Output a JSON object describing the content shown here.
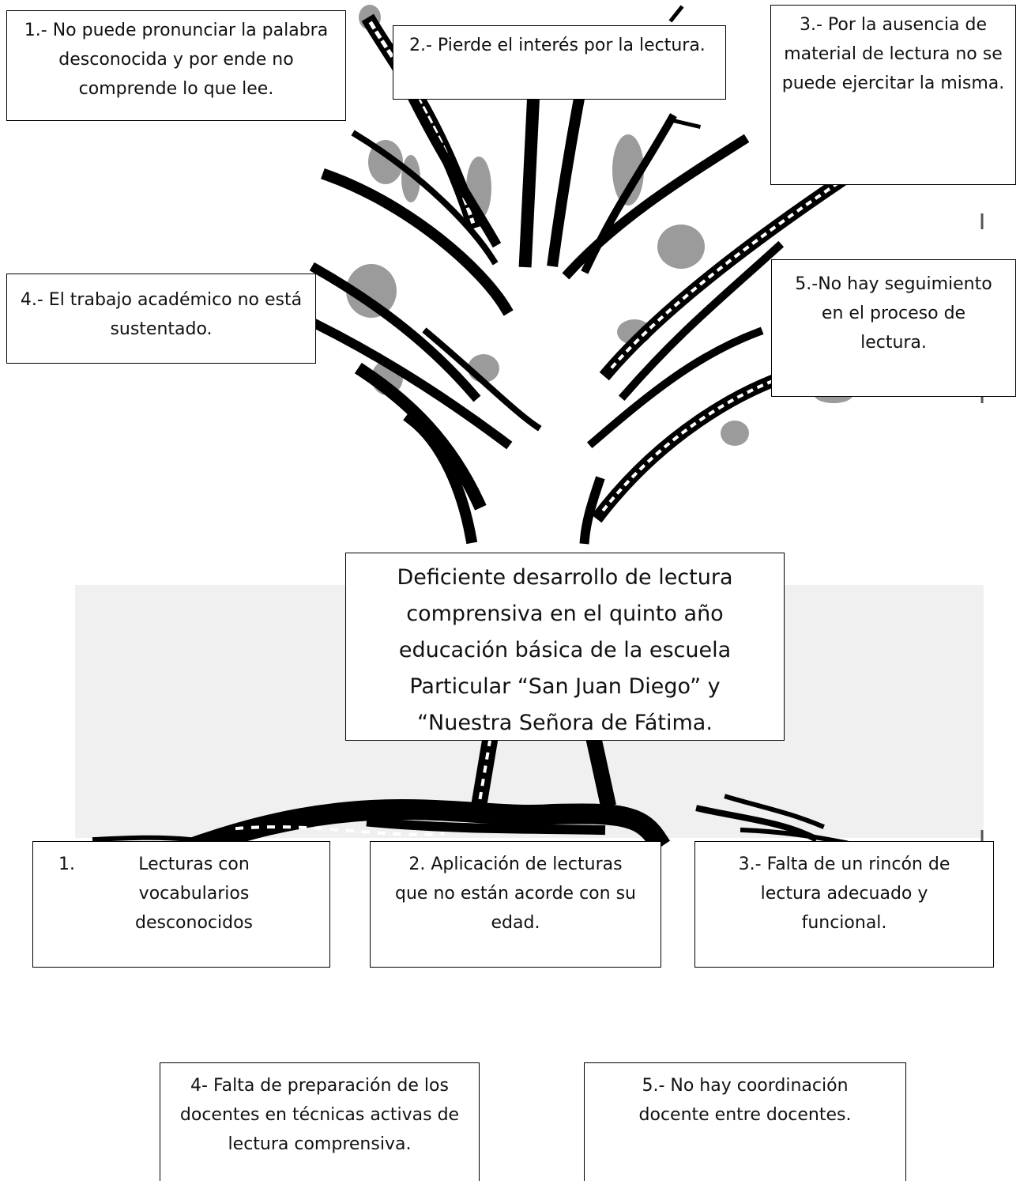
{
  "effects": [
    {
      "id": "e1",
      "text": "1.- No puede pronunciar la palabra desconocida y por ende no comprende lo que lee."
    },
    {
      "id": "e2",
      "text": "2.- Pierde el interés por la lectura."
    },
    {
      "id": "e3",
      "text": "3.- Por la ausencia de material de lectura no se puede ejercitar la misma."
    },
    {
      "id": "e4",
      "text": "4.- El trabajo académico no está sustentado."
    },
    {
      "id": "e5",
      "text": "5.-No hay seguimiento en el proceso de lectura."
    }
  ],
  "central_problem": "Deficiente desarrollo de lectura comprensiva  en el quinto año educación básica de la escuela Particular “San Juan Diego” y “Nuestra Señora de Fátima.",
  "causes": [
    {
      "id": "c1",
      "number": "1.",
      "text": "Lecturas con vocabularios desconocidos"
    },
    {
      "id": "c2",
      "text": "2. Aplicación de lecturas que no están acorde con su edad."
    },
    {
      "id": "c3",
      "text": "3.- Falta de un rincón de lectura adecuado y funcional."
    },
    {
      "id": "c4",
      "text": "4- Falta de preparación de los docentes en técnicas activas de lectura comprensiva."
    },
    {
      "id": "c5",
      "text": "5.- No hay coordinación docente entre docentes."
    }
  ],
  "colors": {
    "ink": "#000000",
    "leaf_gray": "#8a8a8a",
    "background": "#ffffff"
  }
}
